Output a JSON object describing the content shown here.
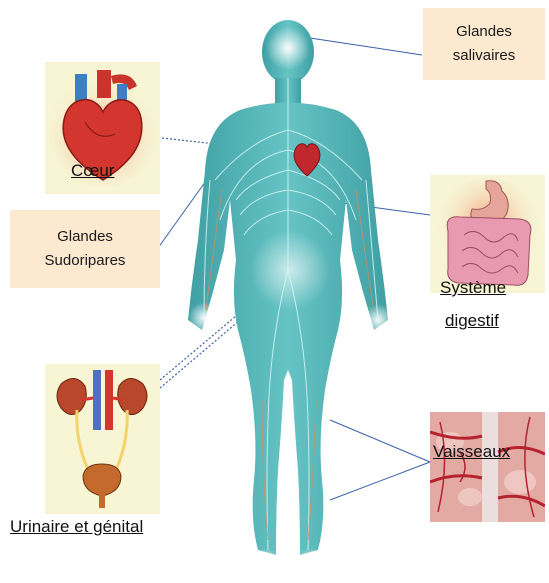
{
  "labels": {
    "salivary": [
      "Glandes",
      "salivaires"
    ],
    "sweat": [
      "Glandes",
      "Sudoripares"
    ],
    "heart": "Cœur",
    "digestive": [
      "Système",
      "digestif"
    ],
    "vessels": "Vaisseaux",
    "urinary": "Urinaire et génital"
  },
  "colors": {
    "label_bg": "#fde9d0",
    "body": "#4fb3b6",
    "nerve": "#c8f0ee",
    "connector": "#3a5fa8"
  },
  "icons": [
    "human-body",
    "heart-icon",
    "kidney-bladder-icon",
    "stomach-intestine-icon",
    "blood-vessels-icon"
  ]
}
